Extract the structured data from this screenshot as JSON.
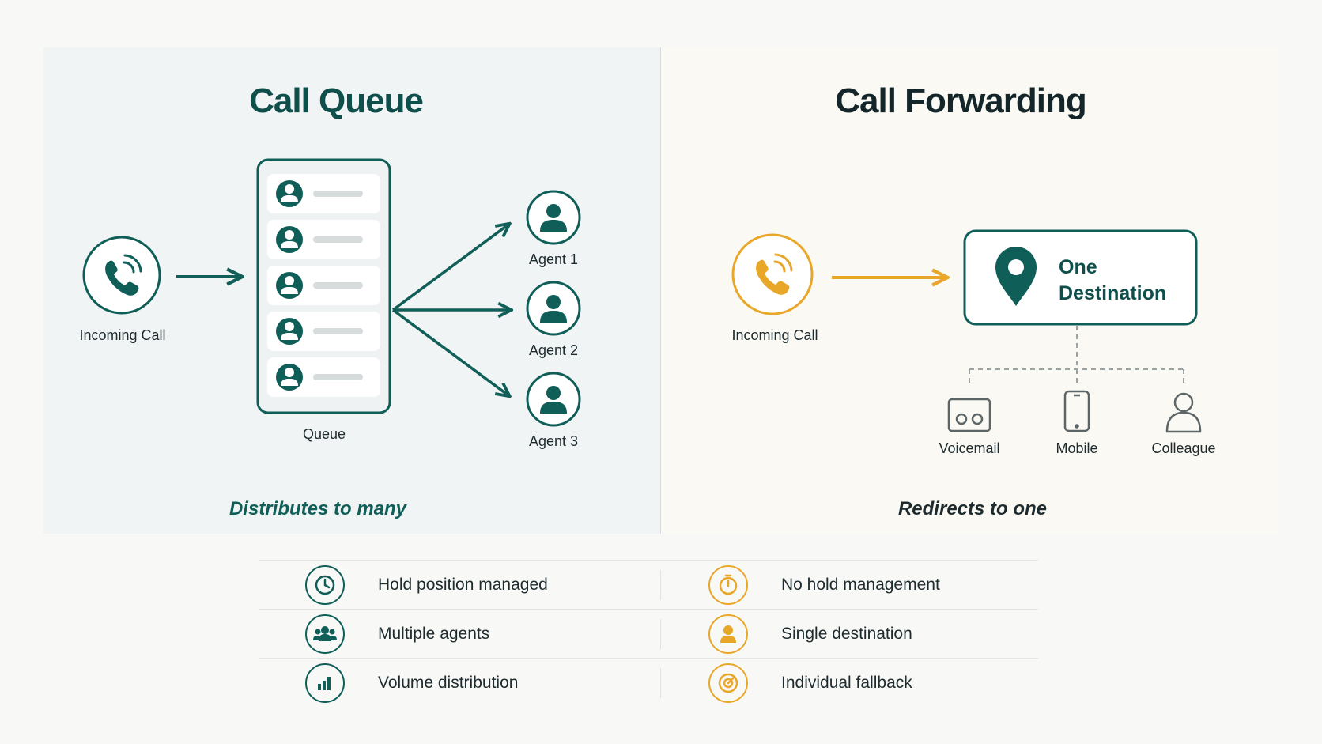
{
  "left": {
    "title": "Call Queue",
    "incoming_label": "Incoming Call",
    "queue_label": "Queue",
    "agents": [
      "Agent 1",
      "Agent 2",
      "Agent 3"
    ],
    "tagline": "Distributes to many"
  },
  "right": {
    "title": "Call Forwarding",
    "incoming_label": "Incoming Call",
    "destination": [
      "One",
      "Destination"
    ],
    "options": [
      "Voicemail",
      "Mobile",
      "Colleague"
    ],
    "tagline": "Redirects to one"
  },
  "comparison": [
    {
      "left": "Hold position managed",
      "left_icon": "clock-icon",
      "right": "No hold management",
      "right_icon": "stopwatch-icon"
    },
    {
      "left": "Multiple agents",
      "left_icon": "group-icon",
      "right": "Single destination",
      "right_icon": "user-icon"
    },
    {
      "left": "Volume distribution",
      "left_icon": "bar-chart-icon",
      "right": "Individual fallback",
      "right_icon": "target-icon"
    }
  ],
  "colors": {
    "teal": "#0f5e58",
    "gold": "#e9a72a",
    "dark": "#14262a"
  }
}
